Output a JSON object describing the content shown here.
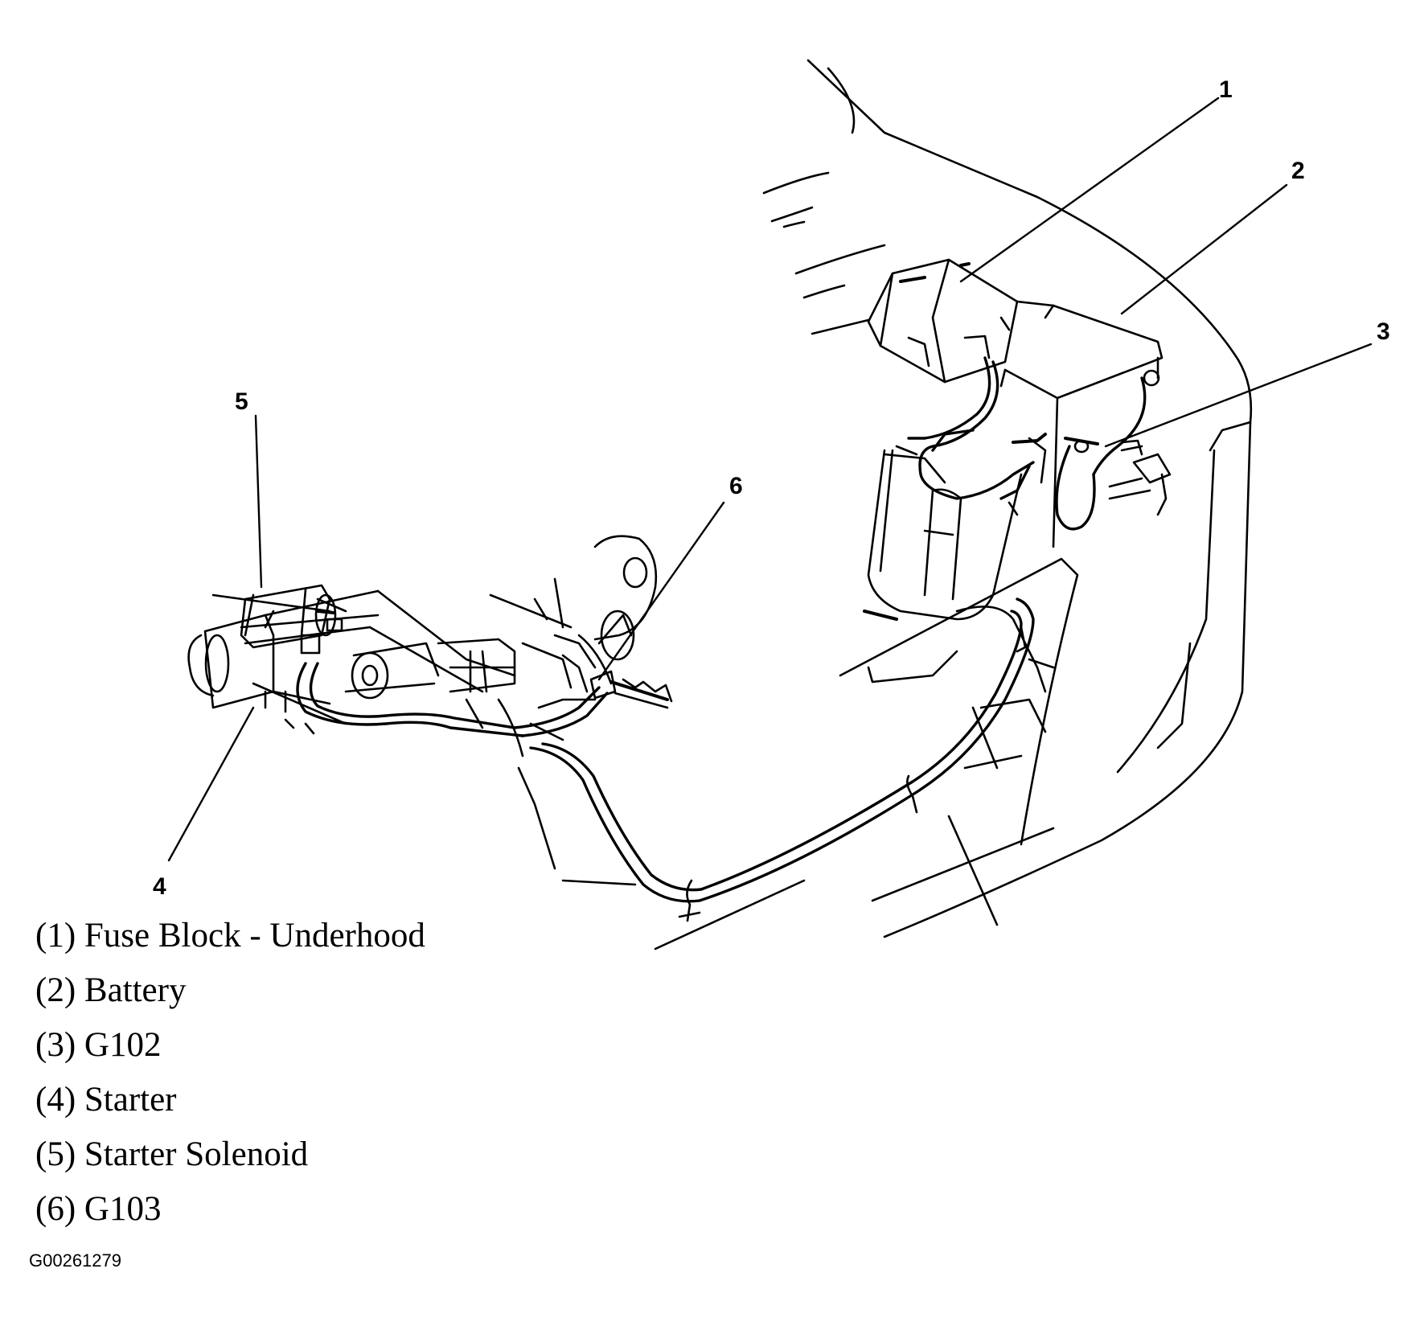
{
  "callouts": [
    {
      "id": "1",
      "label": "1"
    },
    {
      "id": "2",
      "label": "2"
    },
    {
      "id": "3",
      "label": "3"
    },
    {
      "id": "4",
      "label": "4"
    },
    {
      "id": "5",
      "label": "5"
    },
    {
      "id": "6",
      "label": "6"
    }
  ],
  "legend": [
    "(1) Fuse Block - Underhood",
    "(2) Battery",
    "(3) G102",
    "(4) Starter",
    "(5) Starter Solenoid",
    "(6) G103"
  ],
  "figure_id": "G00261279"
}
